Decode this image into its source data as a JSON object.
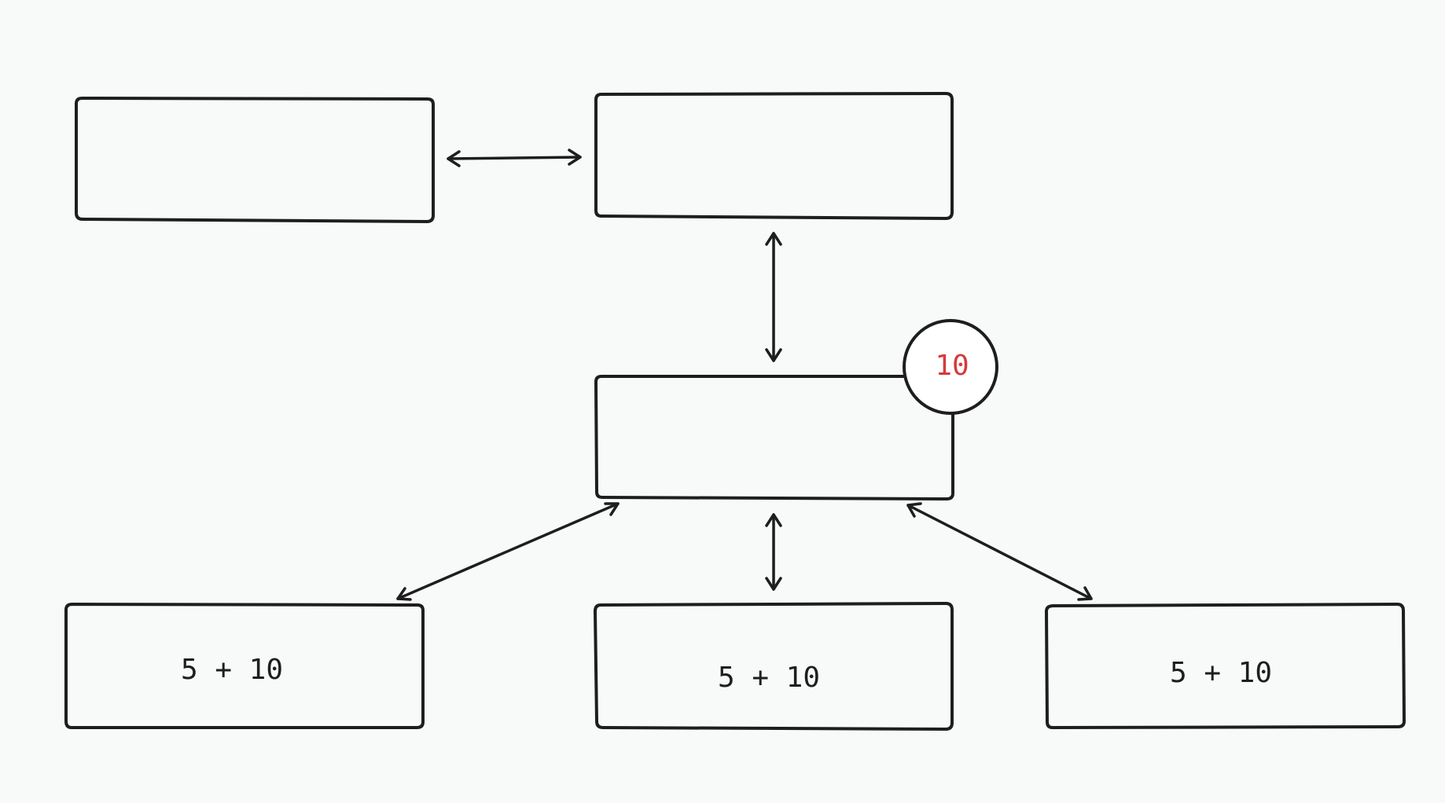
{
  "diagram": {
    "nodes": [
      {
        "id": "top-left",
        "label": ""
      },
      {
        "id": "top-center",
        "label": ""
      },
      {
        "id": "middle",
        "label": ""
      },
      {
        "id": "bottom-left",
        "label": "5 + 10"
      },
      {
        "id": "bottom-center",
        "label": "5 + 10"
      },
      {
        "id": "bottom-right",
        "label": "5 + 10"
      }
    ],
    "badge": {
      "node": "middle",
      "label": "10",
      "color": "#d63a3a"
    },
    "edges": [
      {
        "from": "top-left",
        "to": "top-center",
        "direction": "both"
      },
      {
        "from": "top-center",
        "to": "middle",
        "direction": "both"
      },
      {
        "from": "middle",
        "to": "bottom-left",
        "direction": "both"
      },
      {
        "from": "middle",
        "to": "bottom-center",
        "direction": "both"
      },
      {
        "from": "middle",
        "to": "bottom-right",
        "direction": "both"
      }
    ],
    "colors": {
      "stroke": "#1e1e1e",
      "background": "#f8f9f9"
    }
  }
}
